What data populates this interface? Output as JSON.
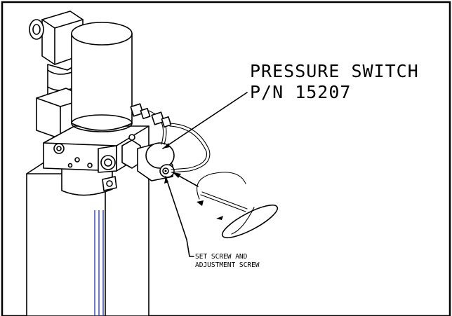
{
  "labels": {
    "pressure_switch": "PRESSURE SWITCH",
    "part_number": "P/N 15207",
    "set_screw_line1": "SET SCREW AND",
    "set_screw_line2": "ADJUSTMENT SCREW"
  },
  "colors": {
    "line": "#000000",
    "background": "#ffffff",
    "reservoir_accent": "#1f2fbf"
  }
}
